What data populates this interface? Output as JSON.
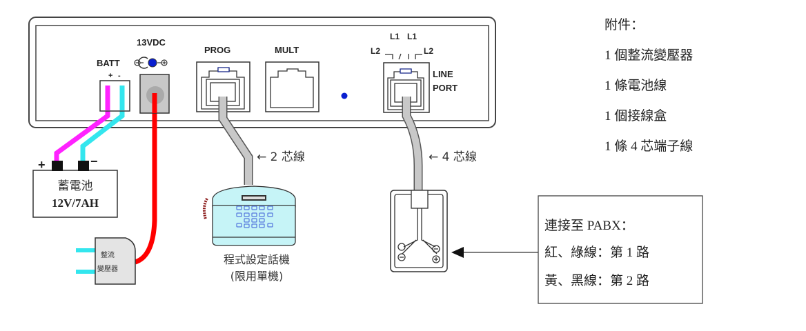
{
  "device_panel": {
    "batt_label": "BATT",
    "batt_plus": "+",
    "batt_minus": "-",
    "dc_label": "13VDC",
    "prog_label": "PROG",
    "mult_label": "MULT",
    "line_pins": {
      "l1_left": "L1",
      "l1_right": "L1",
      "l2_left": "L2",
      "l2_right": "L2"
    },
    "line_port_label_1": "LINE",
    "line_port_label_2": "PORT"
  },
  "battery": {
    "plus": "+",
    "minus": "−",
    "name": "蓄電池",
    "spec": "12V/7AH"
  },
  "adapter": {
    "line1": "整流",
    "line2": "變壓器"
  },
  "wire_labels": {
    "prog_wire": "← 2 芯線",
    "line_wire": "← 4 芯線"
  },
  "phone": {
    "caption_1": "程式設定話機",
    "caption_2": "(限用單機)"
  },
  "accessories": {
    "title": "附件：",
    "items": [
      "1 個整流變壓器",
      "1 條電池線",
      "1 個接線盒",
      "1 條 4 芯端子線"
    ]
  },
  "pabx_note": {
    "title": "連接至 PABX：",
    "line1": "紅、綠線：第 1 路",
    "line2": "黃、黑線：第 2 路"
  },
  "colors": {
    "battery_plus_wire": "#ff22ff",
    "battery_minus_wire": "#33e6ee",
    "power_wire": "#ff0000",
    "cable": "#c8c8c8",
    "phone_body": "#c6f4f7",
    "led": "#0a1fd0"
  }
}
